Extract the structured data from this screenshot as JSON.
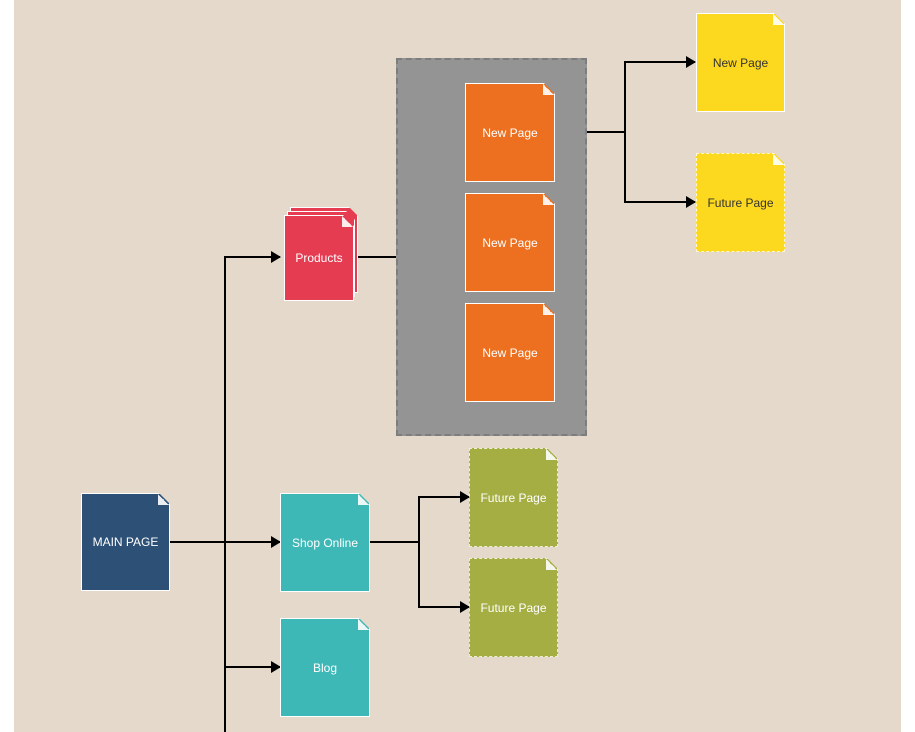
{
  "nodes": {
    "main_page": "MAIN PAGE",
    "products": "Products",
    "shop_online": "Shop Online",
    "blog": "Blog",
    "products_new_page_1": "New Page",
    "products_new_page_2": "New Page",
    "products_new_page_3": "New Page",
    "sub_new_page": "New Page",
    "sub_future_page": "Future Page",
    "shop_future_page_1": "Future Page",
    "shop_future_page_2": "Future Page"
  },
  "colors": {
    "background": "#e4d9cb",
    "main_page": "#2d5077",
    "products": "#e63c52",
    "teal": "#3db8b6",
    "orange": "#ec701f",
    "yellow": "#fcd81f",
    "olive": "#a5ae43",
    "group": "#949494",
    "connector": "#000000"
  }
}
